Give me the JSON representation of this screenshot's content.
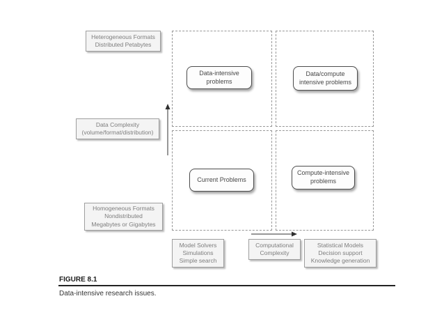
{
  "colors": {
    "page-bg": "#ffffff",
    "label-border": "#9e9e9e",
    "label-bg": "#f4f4f4",
    "label-text": "#7d7d7d",
    "node-border": "#4c4c4c",
    "node-text": "#474747",
    "node-bg": "#fdfdfd",
    "dash-border": "#979797",
    "arrow": "#2f2f2f",
    "caption-text": "#1c1c1c"
  },
  "diagram": {
    "y_axis": {
      "high_label": "Heterogeneous Formats\nDistributed Petabytes",
      "axis_title": "Data Complexity\n(volume/format/distribution)",
      "low_label": "Homogeneous Formats\nNondistributed\nMegabytes or Gigabytes"
    },
    "x_axis": {
      "low_label": "Model Solvers\nSimulations\nSimple search",
      "axis_title": "Computational\nComplexity",
      "high_label": "Statistical Models\nDecision support\nKnowledge generation"
    },
    "quadrants": {
      "top_left": "Data-intensive\nproblems",
      "top_right": "Data/compute\nintensive problems",
      "bottom_left": "Current Problems",
      "bottom_right": "Compute-intensive\nproblems"
    }
  },
  "caption": {
    "label": "FIGURE 8.1",
    "text": "Data-intensive research issues."
  }
}
